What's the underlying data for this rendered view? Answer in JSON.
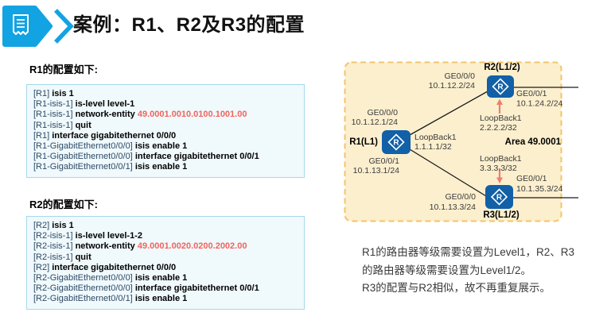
{
  "header": {
    "title": "案例：R1、R2及R3的配置"
  },
  "sections": {
    "r1": {
      "label": "R1的配置如下:",
      "lines": [
        {
          "prompt": "[R1]",
          "cmd": "isis 1"
        },
        {
          "prompt": "[R1-isis-1]",
          "cmd": "is-level level-1"
        },
        {
          "prompt": "[R1-isis-1]",
          "cmd": "network-entity",
          "val": "49.0001.0010.0100.1001.00"
        },
        {
          "prompt": "[R1-isis-1]",
          "cmd": "quit"
        },
        {
          "prompt": "[R1]",
          "cmd": "interface gigabitethernet 0/0/0"
        },
        {
          "prompt": "[R1-GigabitEthernet0/0/0]",
          "cmd": "isis enable 1"
        },
        {
          "prompt": "[R1-GigabitEthernet0/0/0]",
          "cmd": "interface gigabitethernet 0/0/1"
        },
        {
          "prompt": "[R1-GigabitEthernet0/0/1]",
          "cmd": "isis enable 1"
        }
      ]
    },
    "r2": {
      "label": "R2的配置如下:",
      "lines": [
        {
          "prompt": "[R2]",
          "cmd": "isis 1"
        },
        {
          "prompt": "[R2-isis-1]",
          "cmd": "is-level level-1-2"
        },
        {
          "prompt": "[R2-isis-1]",
          "cmd": "network-entity",
          "val": "49.0001.0020.0200.2002.00"
        },
        {
          "prompt": "[R2-isis-1]",
          "cmd": "quit"
        },
        {
          "prompt": "[R2]",
          "cmd": "interface gigabitethernet 0/0/0"
        },
        {
          "prompt": "[R2-GigabitEthernet0/0/0]",
          "cmd": "isis enable 1"
        },
        {
          "prompt": "[R2-GigabitEthernet0/0/0]",
          "cmd": "interface gigabitethernet 0/0/1"
        },
        {
          "prompt": "[R2-GigabitEthernet0/0/1]",
          "cmd": "isis enable 1"
        }
      ]
    }
  },
  "diagram": {
    "area_label": "Area 49.0001",
    "router_icon_letter": "R",
    "r1": {
      "name": "R1(L1)",
      "ge0": {
        "l1": "GE0/0/0",
        "l2": "10.1.12.1/24"
      },
      "ge1": {
        "l1": "GE0/0/1",
        "l2": "10.1.13.1/24"
      },
      "loopback": {
        "l1": "LoopBack1",
        "l2": "1.1.1.1/32"
      }
    },
    "r2": {
      "name": "R2(L1/2)",
      "ge0": {
        "l1": "GE0/0/0",
        "l2": "10.1.12.2/24"
      },
      "ge1": {
        "l1": "GE0/0/1",
        "l2": "10.1.24.2/24"
      },
      "loopback": {
        "l1": "LoopBack1",
        "l2": "2.2.2.2/32"
      }
    },
    "r3": {
      "name": "R3(L1/2)",
      "ge0": {
        "l1": "GE0/0/0",
        "l2": "10.1.13.3/24"
      },
      "ge1": {
        "l1": "GE0/0/1",
        "l2": "10.1.35.3/24"
      },
      "loopback": {
        "l1": "LoopBack1",
        "l2": "3.3.3.3/32"
      }
    }
  },
  "note": {
    "line1": "R1的路由器等级需要设置为Level1，R2、R3",
    "line2": "的路由器等级需要设置为Level1/2。",
    "line3": "R3的配置与R2相似，故不再重复展示。"
  },
  "colors": {
    "accent_blue": "#12a3e3",
    "router_blue": "#1160a8",
    "code_bg": "#f0f9fc",
    "code_border": "#a8d8ea",
    "prompt_navy": "#2d4a66",
    "net_entity_red": "#f2635c",
    "area_box_fill": "#fcefce",
    "area_box_border": "#f3c469",
    "loopback_arrow": "#ec7f72"
  }
}
